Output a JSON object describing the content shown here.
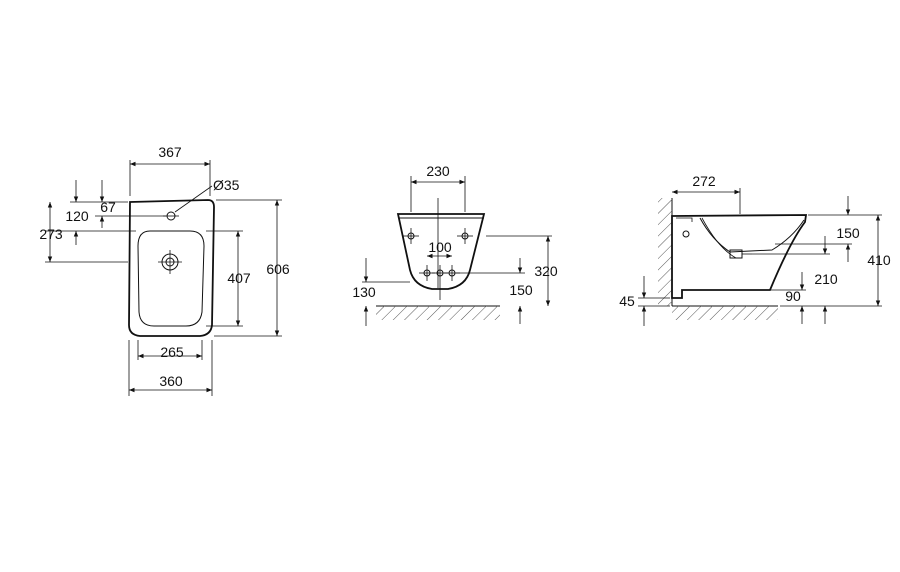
{
  "colors": {
    "line": "#111111",
    "background": "#ffffff",
    "hatch": "#555555"
  },
  "top_view": {
    "width_top": "367",
    "hole_dia": "Ø35",
    "dim_120": "120",
    "dim_67": "67",
    "dim_273": "273",
    "bowl_height": "407",
    "total_length": "606",
    "inner_width": "265",
    "base_width": "360"
  },
  "rear_view": {
    "width_230": "230",
    "spacing_100": "100",
    "height_320": "320",
    "height_130": "130",
    "height_150": "150"
  },
  "side_view": {
    "depth_272": "272",
    "dim_150": "150",
    "dim_410": "410",
    "dim_210": "210",
    "dim_90": "90",
    "dim_45": "45"
  }
}
